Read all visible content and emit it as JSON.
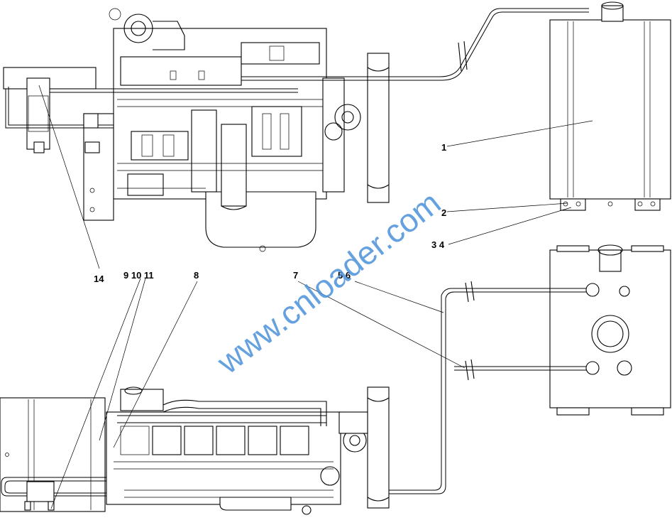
{
  "callouts": {
    "c1": "1",
    "c2": "2",
    "c34": "3 4",
    "c56": "5 6",
    "c7": "7",
    "c8": "8",
    "c91011": "9 10 11",
    "c14": "14"
  },
  "watermark": "www.cnloader.com",
  "colors": {
    "watermark": "#4a90d9",
    "lines": "#000000",
    "background": "#ffffff"
  }
}
